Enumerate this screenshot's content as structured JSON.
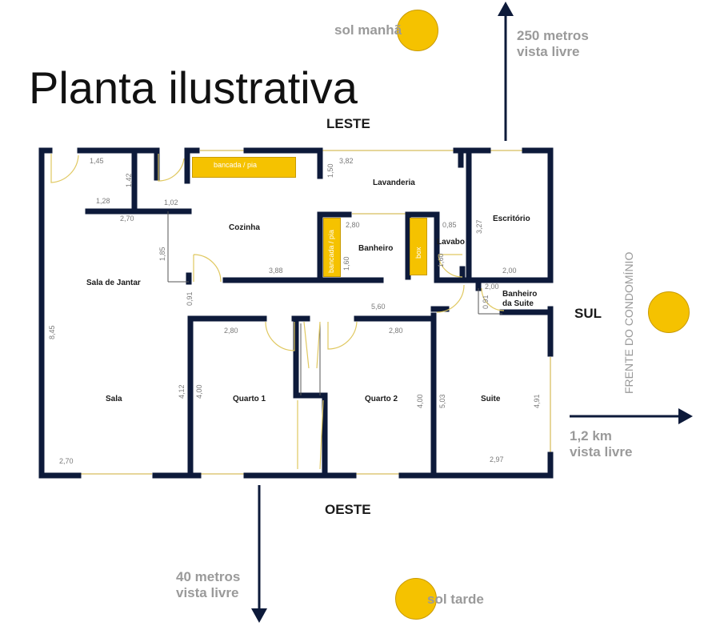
{
  "title": "Planta ilustrativa",
  "compass": {
    "east": "LESTE",
    "west": "OESTE",
    "south": "SUL"
  },
  "sun": {
    "morning": "sol manhã",
    "afternoon": "sol tarde"
  },
  "views": {
    "east_view_line1": "250 metros",
    "east_view_line2": "vista livre",
    "south_view_line1": "1,2 km",
    "south_view_line2": "vista livre",
    "west_view_line1": "40 metros",
    "west_view_line2": "vista livre"
  },
  "front_label": "FRENTE DO CONDOMÍNIO",
  "rooms": {
    "lavanderia": "Lavanderia",
    "escritorio": "Escritório",
    "cozinha": "Cozinha",
    "banheiro": "Banheiro",
    "lavabo": "Lavabo",
    "sala_jantar": "Sala de Jantar",
    "banheiro_suite_line1": "Banheiro",
    "banheiro_suite_line2": "da Suite",
    "sala": "Sala",
    "quarto1": "Quarto 1",
    "quarto2": "Quarto 2",
    "suite": "Suite"
  },
  "fixtures": {
    "bancada_top": "bancada / pia",
    "bancada_vertical": "bancada / pia",
    "box": "box"
  },
  "dimensions": {
    "d_1_45": "1,45",
    "d_1_42": "1,42",
    "d_1_28": "1,28",
    "d_1_02": "1,02",
    "d_2_70_a": "2,70",
    "d_3_82": "3,82",
    "d_1_50": "1,50",
    "d_1_85": "1,85",
    "d_3_88": "3,88",
    "d_2_80_a": "2,80",
    "d_1_60_a": "1,60",
    "d_0_85": "0,85",
    "d_1_60_b": "1,60",
    "d_3_27": "3,27",
    "d_2_00_a": "2,00",
    "d_2_00_b": "2,00",
    "d_0_91_a": "0,91",
    "d_0_91_b": "0,91",
    "d_5_60": "5,60",
    "d_2_80_b": "2,80",
    "d_2_80_c": "2,80",
    "d_8_45": "8,45",
    "d_4_12": "4,12",
    "d_4_00_a": "4,00",
    "d_4_00_b": "4,00",
    "d_5_03": "5,03",
    "d_4_91": "4,91",
    "d_2_70_b": "2,70",
    "d_2_97": "2,97"
  },
  "colors": {
    "wall": "#0d1a3a",
    "accent": "#f5c200",
    "window": "#e8d9a0",
    "label_grey": "#9a9a9a"
  }
}
